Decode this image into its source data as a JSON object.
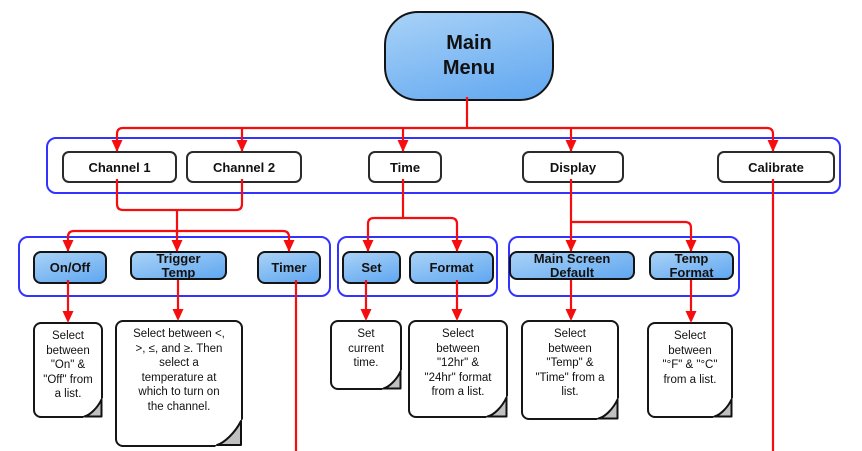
{
  "root_node": {
    "label": "Main Menu"
  },
  "menu_items": [
    {
      "label": "Channel 1"
    },
    {
      "label": "Channel 2"
    },
    {
      "label": "Time"
    },
    {
      "label": "Display"
    },
    {
      "label": "Calibrate"
    }
  ],
  "channel_submenu": [
    {
      "label": "On/Off"
    },
    {
      "label": "Trigger Temp"
    },
    {
      "label": "Timer"
    }
  ],
  "time_submenu": [
    {
      "label": "Set"
    },
    {
      "label": "Format"
    }
  ],
  "display_submenu": [
    {
      "label": "Main Screen Default"
    },
    {
      "label": "Temp Format"
    }
  ],
  "notes": [
    {
      "text": "Select between \"On\" & \"Off\" from a list."
    },
    {
      "text": "Select between <, >, ≤, and ≥. Then select a temperature at which to turn on the channel."
    },
    {
      "text": "Set current time."
    },
    {
      "text": "Select between \"12hr\" & \"24hr\" format from a list."
    },
    {
      "text": "Select between \"Temp\" & \"Time\" from a list."
    },
    {
      "text": "Select between \"°F\" & \"°C\" from a list."
    }
  ],
  "colors": {
    "connector": "#f60d0d",
    "group_border": "#3333ff",
    "node_fill_top": "#a9d2f7",
    "node_fill_bottom": "#60a7f0",
    "fold_fill": "#c0c0c0"
  }
}
